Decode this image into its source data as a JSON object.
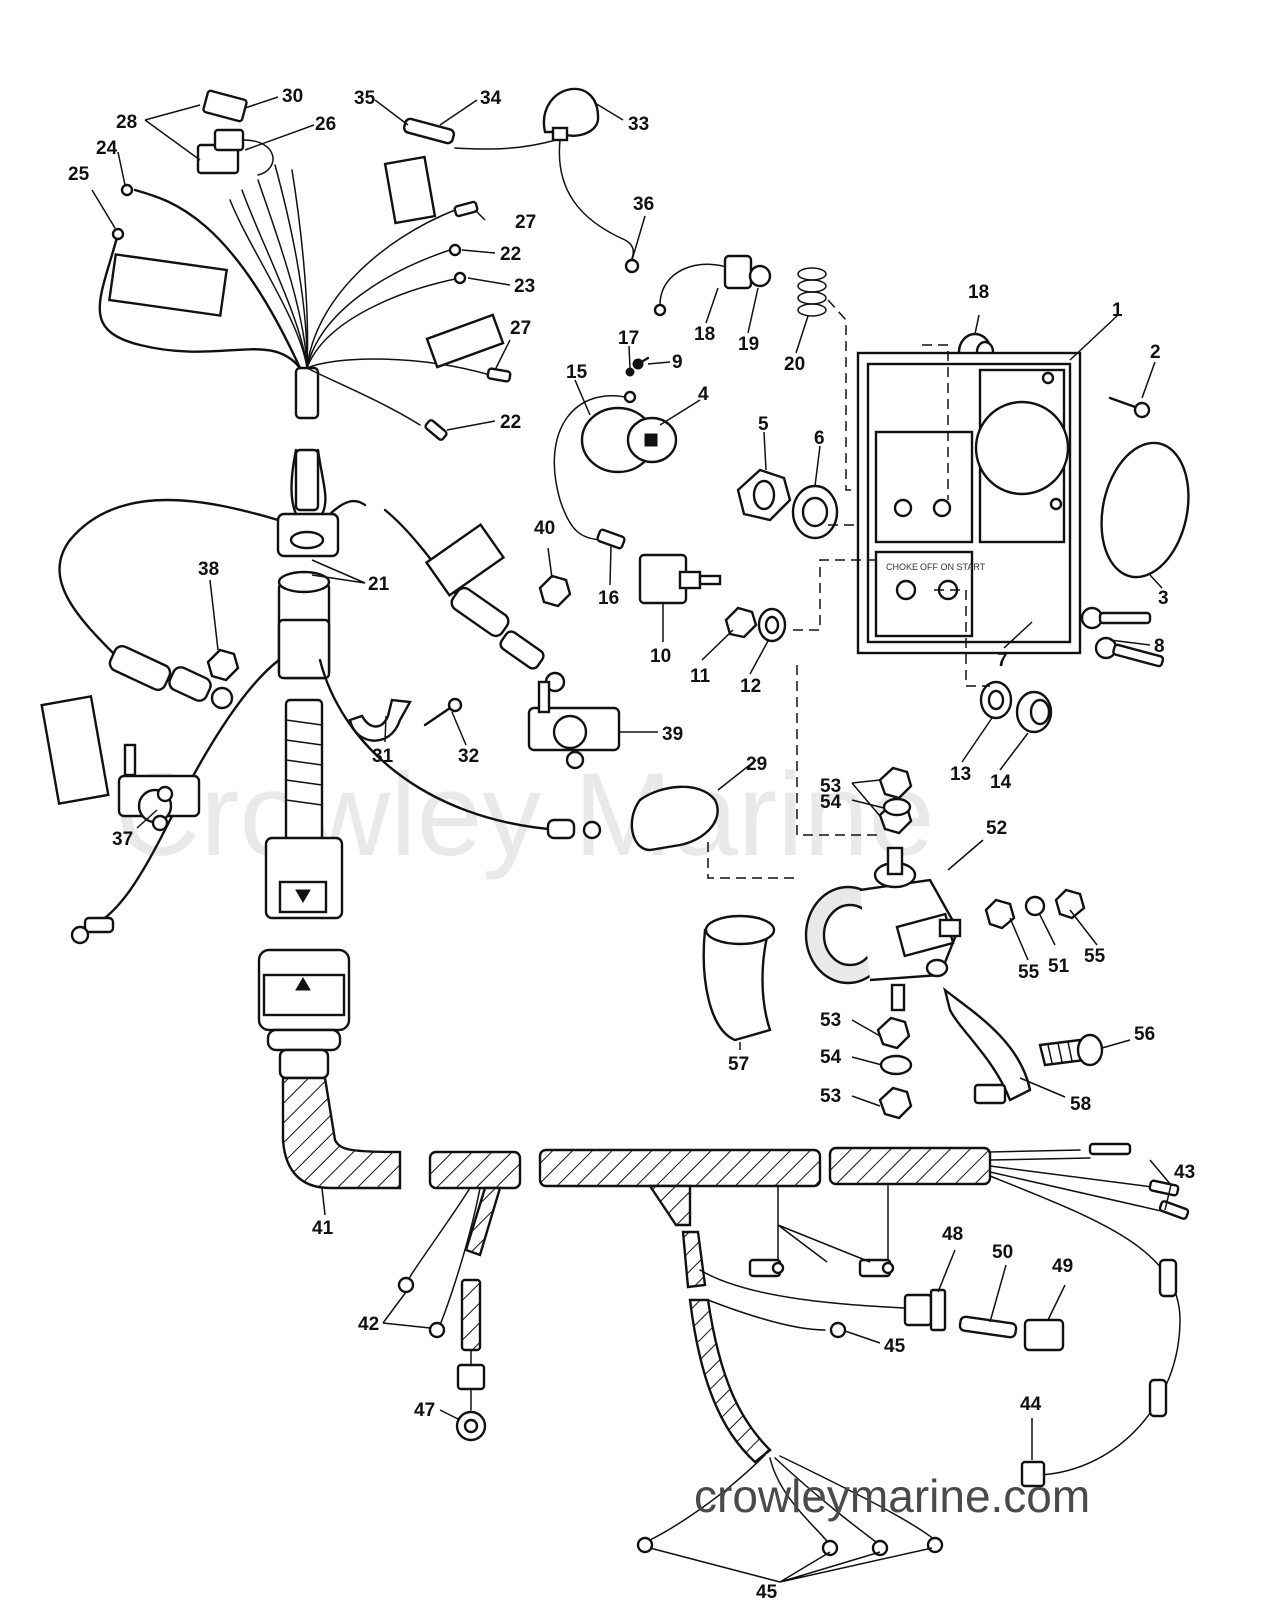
{
  "watermark": {
    "center": "Crowley Marine",
    "url": "crowleymarine.com"
  },
  "panel_text": {
    "choke": "CHOKE",
    "off_on_start": "OFF ON START"
  },
  "callouts": [
    {
      "id": "c1",
      "label": "1"
    },
    {
      "id": "c2",
      "label": "2"
    },
    {
      "id": "c3",
      "label": "3"
    },
    {
      "id": "c4",
      "label": "4"
    },
    {
      "id": "c5",
      "label": "5"
    },
    {
      "id": "c6",
      "label": "6"
    },
    {
      "id": "c7",
      "label": "7"
    },
    {
      "id": "c8",
      "label": "8"
    },
    {
      "id": "c9",
      "label": "9"
    },
    {
      "id": "c10",
      "label": "10"
    },
    {
      "id": "c11",
      "label": "11"
    },
    {
      "id": "c12",
      "label": "12"
    },
    {
      "id": "c13",
      "label": "13"
    },
    {
      "id": "c14",
      "label": "14"
    },
    {
      "id": "c15",
      "label": "15"
    },
    {
      "id": "c16",
      "label": "16"
    },
    {
      "id": "c17",
      "label": "17"
    },
    {
      "id": "c18a",
      "label": "18"
    },
    {
      "id": "c18b",
      "label": "18"
    },
    {
      "id": "c19",
      "label": "19"
    },
    {
      "id": "c20",
      "label": "20"
    },
    {
      "id": "c21",
      "label": "21"
    },
    {
      "id": "c22a",
      "label": "22"
    },
    {
      "id": "c22b",
      "label": "22"
    },
    {
      "id": "c23",
      "label": "23"
    },
    {
      "id": "c24",
      "label": "24"
    },
    {
      "id": "c25",
      "label": "25"
    },
    {
      "id": "c26",
      "label": "26"
    },
    {
      "id": "c27a",
      "label": "27"
    },
    {
      "id": "c27b",
      "label": "27"
    },
    {
      "id": "c28",
      "label": "28"
    },
    {
      "id": "c29",
      "label": "29"
    },
    {
      "id": "c30",
      "label": "30"
    },
    {
      "id": "c31",
      "label": "31"
    },
    {
      "id": "c32",
      "label": "32"
    },
    {
      "id": "c33",
      "label": "33"
    },
    {
      "id": "c34",
      "label": "34"
    },
    {
      "id": "c35",
      "label": "35"
    },
    {
      "id": "c36",
      "label": "36"
    },
    {
      "id": "c37",
      "label": "37"
    },
    {
      "id": "c38",
      "label": "38"
    },
    {
      "id": "c39",
      "label": "39"
    },
    {
      "id": "c40",
      "label": "40"
    },
    {
      "id": "c41",
      "label": "41"
    },
    {
      "id": "c42",
      "label": "42"
    },
    {
      "id": "c43",
      "label": "43"
    },
    {
      "id": "c44",
      "label": "44"
    },
    {
      "id": "c45a",
      "label": "45"
    },
    {
      "id": "c45b",
      "label": "45"
    },
    {
      "id": "c47",
      "label": "47"
    },
    {
      "id": "c48",
      "label": "48"
    },
    {
      "id": "c49",
      "label": "49"
    },
    {
      "id": "c50",
      "label": "50"
    },
    {
      "id": "c51",
      "label": "51"
    },
    {
      "id": "c52",
      "label": "52"
    },
    {
      "id": "c53a",
      "label": "53"
    },
    {
      "id": "c53b",
      "label": "53"
    },
    {
      "id": "c53c",
      "label": "53"
    },
    {
      "id": "c54a",
      "label": "54"
    },
    {
      "id": "c54b",
      "label": "54"
    },
    {
      "id": "c55a",
      "label": "55"
    },
    {
      "id": "c55b",
      "label": "55"
    },
    {
      "id": "c56",
      "label": "56"
    },
    {
      "id": "c57",
      "label": "57"
    },
    {
      "id": "c58",
      "label": "58"
    }
  ]
}
